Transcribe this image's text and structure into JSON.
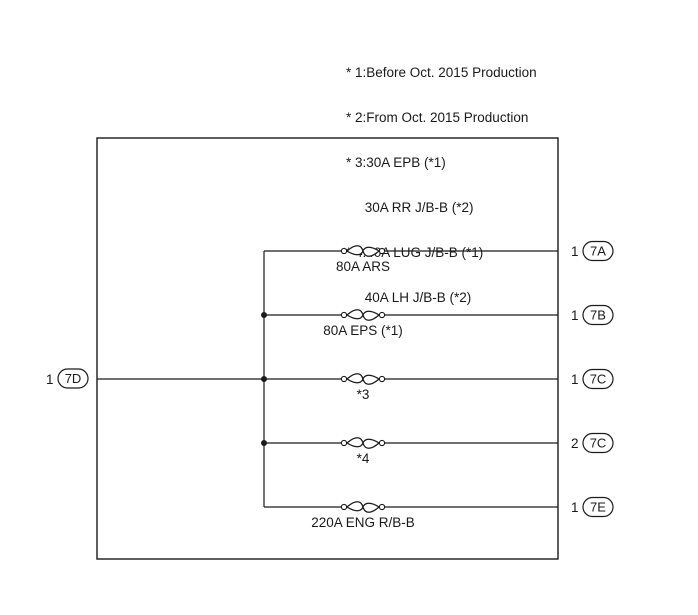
{
  "notes": [
    "* 1:Before Oct. 2015 Production",
    "* 2:From Oct. 2015 Production",
    "* 3:30A EPB (*1)",
    "     30A RR J/B-B (*2)",
    "* 4:40A LUG J/B-B (*1)",
    "     40A LH J/B-B (*2)"
  ],
  "input_connector": {
    "pin": "1",
    "id": "7D"
  },
  "fuses": [
    {
      "label": "80A ARS",
      "pin": "1",
      "connector": "7A"
    },
    {
      "label": "80A EPS (*1)",
      "pin": "1",
      "connector": "7B"
    },
    {
      "label": "*3",
      "pin": "1",
      "connector": "7C"
    },
    {
      "label": "*4",
      "pin": "2",
      "connector": "7C"
    },
    {
      "label": "220A ENG R/B-B",
      "pin": "1",
      "connector": "7E"
    }
  ]
}
